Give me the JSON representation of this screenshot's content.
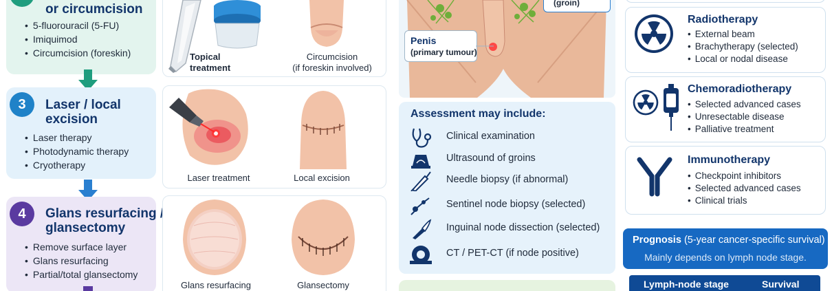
{
  "colors": {
    "step2_bg": "#e3f4ee",
    "step3_bg": "#e3f1fb",
    "step4_bg": "#ece6f6",
    "step3_num": "#1f82c8",
    "step4_num": "#5a3aa0",
    "arrow_teal": "#1f9d7e",
    "arrow_blue": "#2a7fd0",
    "navy": "#12356b",
    "prognosis_bg": "#1769c2"
  },
  "step2": {
    "title": "or circumcision",
    "items": [
      "5-fluorouracil (5-FU)",
      "Imiquimod",
      "Circumcision (foreskin)"
    ],
    "captions": {
      "topical_line1": "Topical",
      "topical_line2": "treatment",
      "circ_line1": "Circumcision",
      "circ_line2": "(if foreskin involved)"
    }
  },
  "step3": {
    "number": "3",
    "title_line1": "Laser / local",
    "title_line2": "excision",
    "items": [
      "Laser therapy",
      "Photodynamic therapy",
      "Cryotherapy"
    ],
    "captions": {
      "laser": "Laser treatment",
      "excision": "Local excision"
    }
  },
  "step4": {
    "number": "4",
    "title_line1": "Glans resurfacing /",
    "title_line2": "glansectomy",
    "items": [
      "Remove surface layer",
      "Glans resurfacing",
      "Partial/total glansectomy"
    ],
    "captions": {
      "resurfacing": "Glans resurfacing",
      "glansectomy": "Glansectomy"
    }
  },
  "anatomy": {
    "groin_label": "(groin)",
    "penis_label": "Penis",
    "penis_sub": "(primary tumour)"
  },
  "assessment": {
    "title": "Assessment may include:",
    "items": [
      {
        "icon": "stethoscope-icon",
        "label": "Clinical examination"
      },
      {
        "icon": "ultrasound-icon",
        "label": "Ultrasound of groins"
      },
      {
        "icon": "needle-icon",
        "label": "Needle biopsy (if abnormal)"
      },
      {
        "icon": "sentinel-probe-icon",
        "label": "Sentinel node biopsy (selected)"
      },
      {
        "icon": "scalpel-icon",
        "label": "Inguinal node dissection (selected)"
      },
      {
        "icon": "ct-scanner-icon",
        "label": "CT / PET-CT (if node positive)"
      }
    ]
  },
  "treatments": {
    "radiotherapy": {
      "title": "Radiotherapy",
      "items": [
        "External beam",
        "Brachytherapy (selected)",
        "Local or nodal disease"
      ]
    },
    "chemoradiotherapy": {
      "title": "Chemoradiotherapy",
      "items": [
        "Selected advanced cases",
        "Unresectable disease",
        "Palliative treatment"
      ]
    },
    "immunotherapy": {
      "title": "Immunotherapy",
      "items": [
        "Checkpoint inhibitors",
        "Selected advanced cases",
        "Clinical trials"
      ]
    }
  },
  "prognosis": {
    "title": "Prognosis",
    "title_sub": "(5-year cancer-specific survival)",
    "subtitle": "Mainly depends on lymph node stage.",
    "col_stage": "Lymph-node stage",
    "col_survival": "Survival"
  }
}
